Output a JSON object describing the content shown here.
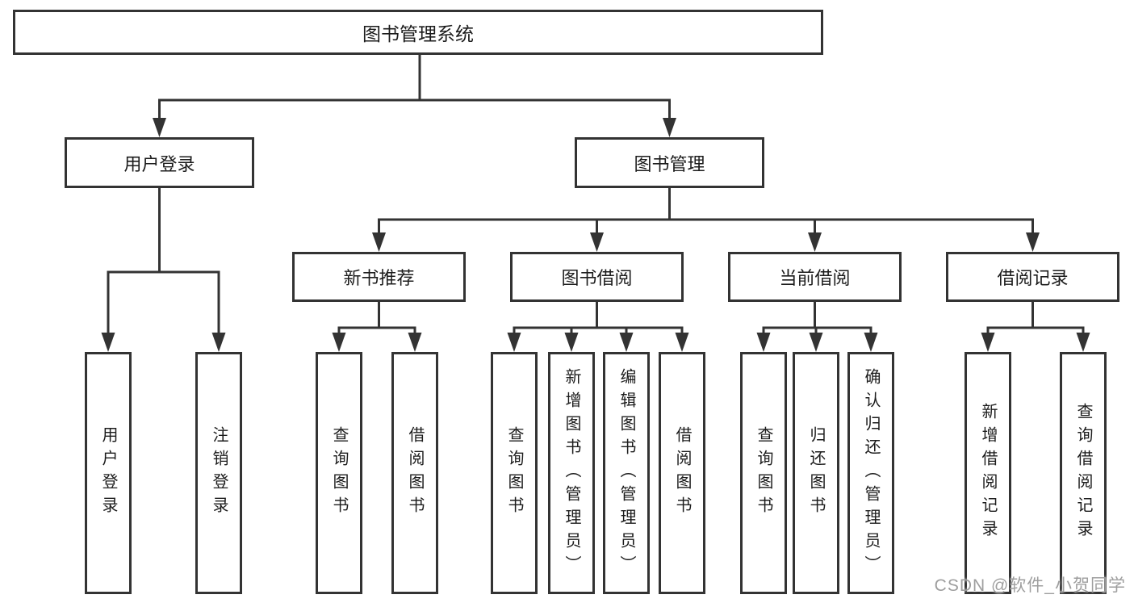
{
  "tree": {
    "root": {
      "label": "图书管理系统",
      "children": [
        {
          "label": "用户登录",
          "children": [
            {
              "label": "用户登录"
            },
            {
              "label": "注销登录"
            }
          ]
        },
        {
          "label": "图书管理",
          "children": [
            {
              "label": "新书推荐",
              "children": [
                {
                  "label": "查询图书"
                },
                {
                  "label": "借阅图书"
                }
              ]
            },
            {
              "label": "图书借阅",
              "children": [
                {
                  "label": "查询图书"
                },
                {
                  "label": "新增图书（管理员）"
                },
                {
                  "label": "编辑图书（管理员）"
                },
                {
                  "label": "借阅图书"
                }
              ]
            },
            {
              "label": "当前借阅",
              "children": [
                {
                  "label": "查询图书"
                },
                {
                  "label": "归还图书"
                },
                {
                  "label": "确认归还（管理员）"
                }
              ]
            },
            {
              "label": "借阅记录",
              "children": [
                {
                  "label": "新增借阅记录"
                },
                {
                  "label": "查询借阅记录"
                }
              ]
            }
          ]
        }
      ]
    }
  },
  "watermark": {
    "text": "CSDN @软件_小贺同学"
  },
  "colors": {
    "line": "#333333",
    "box_border": "#333333",
    "box_fill": "#ffffff",
    "text": "#1c1c1c",
    "watermark": "#9e9e9e",
    "background": "#ffffff"
  }
}
